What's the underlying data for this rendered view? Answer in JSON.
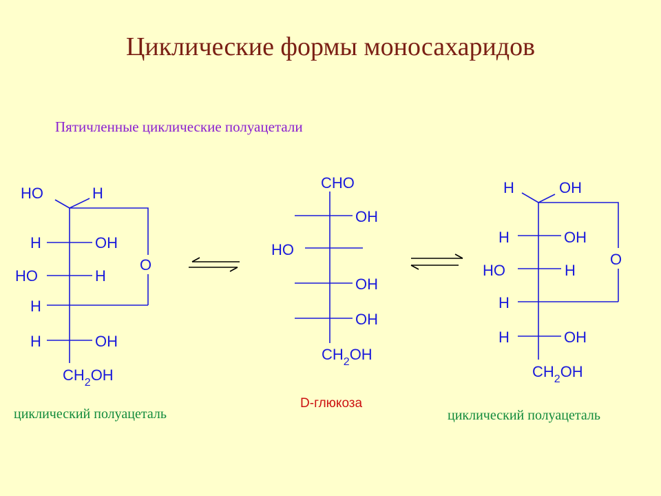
{
  "title": "Циклические формы моносахаридов",
  "subtitle": "Пятичленные циклические полуацетали",
  "left_structure": {
    "c1_left": "HO",
    "c1_right": "H",
    "c2_left": "H",
    "c2_right": "OH",
    "c3_left": "HO",
    "c3_right": "H",
    "c4_left": "H",
    "c5_left": "H",
    "c5_right": "OH",
    "ring_oxygen": "O",
    "c6_main": "CH",
    "c6_sub": "2",
    "c6_tail": "OH",
    "caption": "циклический полуацеталь"
  },
  "center_structure": {
    "c1": "CHO",
    "c2_right": "OH",
    "c3_left": "HO",
    "c4_right": "OH",
    "c5_right": "OH",
    "c6_main": "CH",
    "c6_sub": "2",
    "c6_tail": "OH",
    "caption_prefix": "D-",
    "caption_rest": "глюкоза"
  },
  "right_structure": {
    "c1_left": "H",
    "c1_right": "OH",
    "c2_left": "H",
    "c2_right": "OH",
    "c3_left": "HO",
    "c3_right": "H",
    "c4_left": "H",
    "c5_left": "H",
    "c5_right": "OH",
    "ring_oxygen": "O",
    "c6_main": "CH",
    "c6_sub": "2",
    "c6_tail": "OH",
    "caption": "циклический полуацеталь"
  },
  "colors": {
    "background": "#ffffcc",
    "title": "#7a1f14",
    "subtitle": "#8a1fd0",
    "structure": "#1a1adb",
    "caption": "#118a3c",
    "glucose_caption": "#cc1111"
  }
}
